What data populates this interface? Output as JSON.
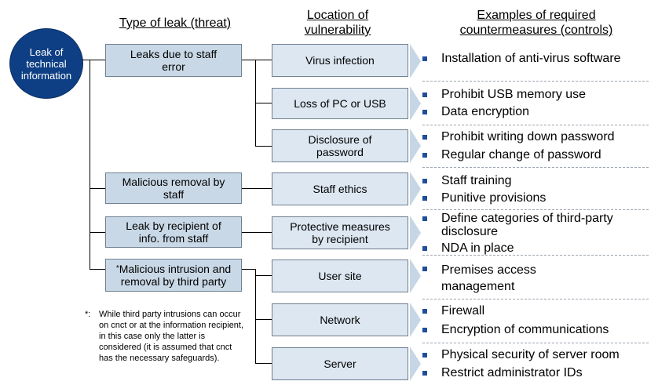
{
  "headers": {
    "type": "Type of leak (threat)",
    "location_line1": "Location of",
    "location_line2": "vulnerability",
    "examples_line1": "Examples of required",
    "examples_line2": "countermeasures (controls)"
  },
  "root": {
    "line1": "Leak of",
    "line2": "technical",
    "line3": "information"
  },
  "threats": [
    {
      "line1": "Leaks due to staff",
      "line2": "error"
    },
    {
      "line1": "Malicious removal by",
      "line2": "staff"
    },
    {
      "line1": "Leak by recipient of",
      "line2": "info. from staff"
    },
    {
      "mark": "*",
      "line1": "Malicious intrusion  and",
      "line2": "removal by third party"
    }
  ],
  "locations": [
    {
      "line1": "Virus infection"
    },
    {
      "line1": "Loss of PC or USB"
    },
    {
      "line1": "Disclosure of",
      "line2": "password"
    },
    {
      "line1": "Staff ethics"
    },
    {
      "line1": "Protective measures",
      "line2": "by recipient"
    },
    {
      "line1": "User site"
    },
    {
      "line1": "Network"
    },
    {
      "line1": "Server"
    }
  ],
  "controls": [
    [
      "Installation of anti-virus software"
    ],
    [
      "Prohibit USB memory use",
      "Data encryption"
    ],
    [
      "Prohibit writing down password",
      "Regular change of password"
    ],
    [
      "Staff training",
      "Punitive provisions"
    ],
    [
      "Define categories of third-party disclosure",
      "NDA in place"
    ],
    [
      "Premises access management"
    ],
    [
      "Firewall",
      "Encryption of communications"
    ],
    [
      "Physical security of server room",
      "Restrict administrator IDs"
    ]
  ],
  "footnote": {
    "mark": "*:",
    "text": "While third party intrusions can occur on cnct or at the information recipient, in this case only the latter is considered (it is assumed that cnct has the necessary safeguards)."
  },
  "colors": {
    "root_fill": "#0e3f84",
    "threat_fill": "#c9d8e6",
    "location_fill": "#dce7f1",
    "bullet": "#1f4e9a"
  }
}
